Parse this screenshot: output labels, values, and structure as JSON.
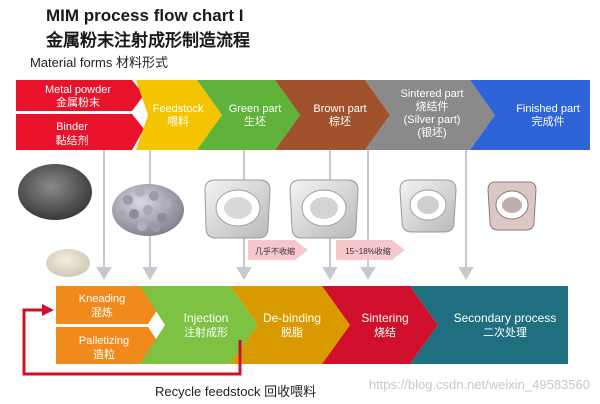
{
  "header": {
    "title_en": "MIM process flow chart I",
    "title_cn": "金属粉末注射成形制造流程",
    "material_forms": "Material forms  材料形式"
  },
  "material_stages": [
    {
      "en": "Metal powder",
      "cn": "金属粉末",
      "color": "#e8132a"
    },
    {
      "en": "Binder",
      "cn": "黏结剂",
      "color": "#e8132a"
    },
    {
      "en": "Feedstock",
      "cn": "喂料",
      "color": "#f4c400"
    },
    {
      "en": "Green part",
      "cn": "生坯",
      "color": "#5fb33a"
    },
    {
      "en": "Brown part",
      "cn": "棕坯",
      "color": "#a0522d"
    },
    {
      "en": "Sintered part",
      "cn": "烧结件",
      "en2": "(Silver part)",
      "cn2": "(银坯)",
      "color": "#8a8a8a"
    },
    {
      "en": "Finished part",
      "cn": "完成件",
      "color": "#2f63d8"
    }
  ],
  "shrink_notes": {
    "note1": "几乎不收缩",
    "note2": "15~18%收缩"
  },
  "process_steps": [
    {
      "en": "Kneading",
      "cn": "混炼",
      "color": "#f08a1c"
    },
    {
      "en": "Palletizing",
      "cn": "造粒",
      "color": "#f08a1c"
    },
    {
      "en": "Injection",
      "cn": "注射成形",
      "color": "#7dc242"
    },
    {
      "en": "De-binding",
      "cn": "脱脂",
      "color": "#d99a00"
    },
    {
      "en": "Sintering",
      "cn": "烧结",
      "color": "#d0102a"
    },
    {
      "en": "Secondary process",
      "cn": "二次处理",
      "color": "#1f6f80"
    }
  ],
  "recycle_label": "Recycle feedstock 回收喂料",
  "watermark": "https://blog.csdn.net/weixin_49583560"
}
